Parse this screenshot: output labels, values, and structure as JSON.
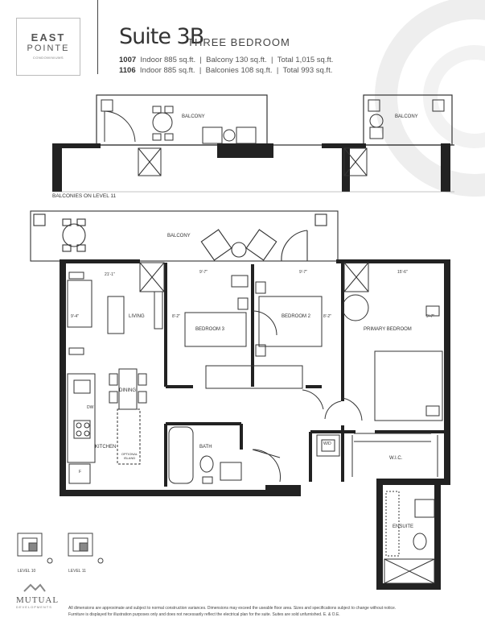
{
  "brand": {
    "line1": "EAST",
    "line2": "POINTE",
    "sub": "CONDOMINIUMS"
  },
  "suite": {
    "name": "Suite 3B",
    "type": "THREE BEDROOM"
  },
  "specs": [
    {
      "unit": "1007",
      "indoor": "Indoor 885 sq.ft.",
      "balcony": "Balcony 130 sq.ft.",
      "total": "Total 1,015 sq.ft."
    },
    {
      "unit": "1106",
      "indoor": "Indoor 885 sq.ft.",
      "balcony": "Balconies 108 sq.ft.",
      "total": "Total 993 sq.ft."
    }
  ],
  "spec_separator": "|",
  "level11_caption": "BALCONIES ON LEVEL 11",
  "rooms": {
    "balcony": "BALCONY",
    "living": "LIVING",
    "dining": "DINING",
    "kitchen": "KITCHEN",
    "optional_island": "OPTIONAL ISLAND",
    "bedroom3": "BEDROOM 3",
    "bedroom2": "BEDROOM 2",
    "primary": "PRIMARY BEDROOM",
    "bath": "BATH",
    "wic": "W.I.C.",
    "ensuite": "ENSUITE",
    "wd": "W/D",
    "dw": "DW",
    "fridge": "F"
  },
  "dimensions": {
    "living_w": "21'-1\"",
    "living_d": "9'-4\"",
    "bed3_w": "9'-7\"",
    "bed3_d": "8'-2\"",
    "bed2_w": "9'-7\"",
    "bed2_d": "8'-2\"",
    "primary_w": "15'-6\"",
    "primary_d": "9'-7\""
  },
  "key_plans": {
    "level10": "LEVEL 10",
    "level11": "LEVEL 11"
  },
  "developer": {
    "name": "MUTUAL",
    "sub": "DEVELOPMENTS"
  },
  "footnote": {
    "line1": "All dimensions are approximate and subject to normal construction variances. Dimensions may exceed the useable floor area. Sizes and specifications subject to change without notice.",
    "line2": "Furniture is displayed for illustration purposes only and does not necessarily reflect the electrical plan for the suite. Suites are sold unfurnished. E. & O.E."
  }
}
